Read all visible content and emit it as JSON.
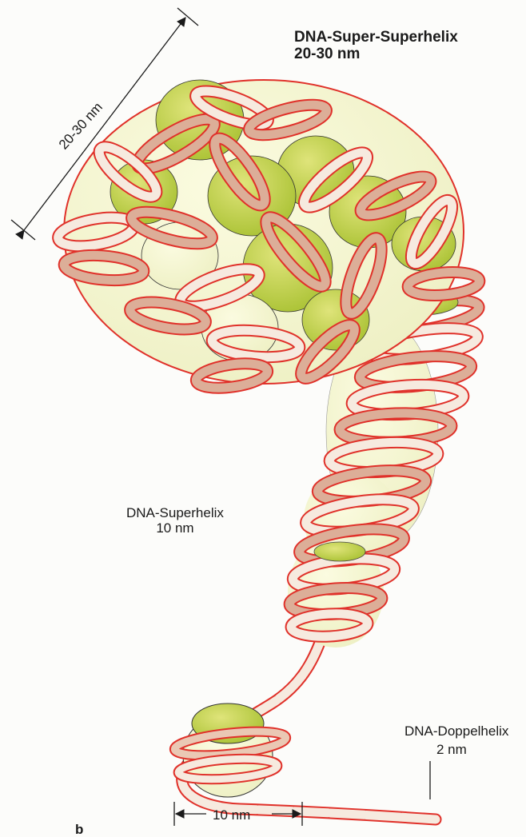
{
  "labels": {
    "super_superhelix_name": "DNA-Super-Superhelix",
    "super_superhelix_size": "20-30 nm",
    "diagonal_measure": "20-30 nm",
    "superhelix_name": "DNA-Superhelix",
    "superhelix_size": "10 nm",
    "double_helix_name": "DNA-Doppelhelix",
    "double_helix_size": "2 nm",
    "bottom_measure": "10 nm",
    "panel_letter": "b"
  },
  "colors": {
    "histone_core": "#b7cd3c",
    "histone_highlight": "#f7f6cf",
    "dna_strand": "#eac8b4",
    "dna_outline": "#e0312a",
    "dna_light": "#f6eadf",
    "ink": "#1a1a1a"
  }
}
